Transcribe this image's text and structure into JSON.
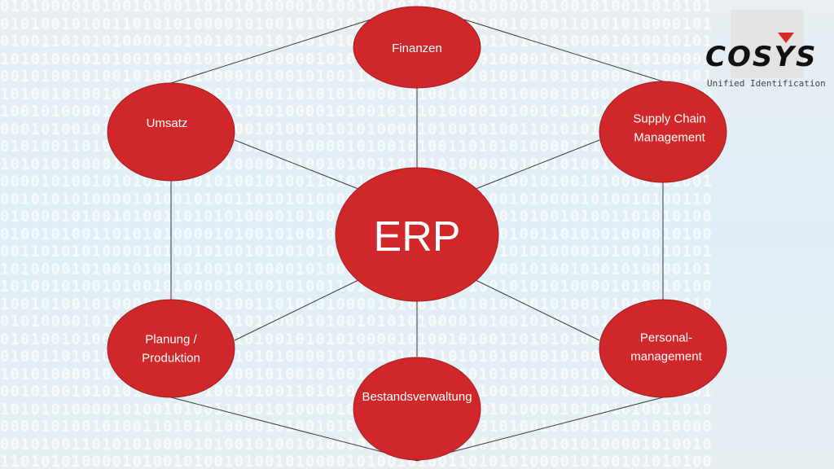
{
  "background_pattern": "0101000010100101001101010100001010010100101001010000101001010011010101000010100101",
  "logo": {
    "word": "COSYS",
    "tagline": "Unified Identification"
  },
  "colors": {
    "node_fill": "#d0282a",
    "node_stroke": "#a31e20",
    "line": "#3a3a3a"
  },
  "diagram": {
    "center": {
      "label": "ERP"
    },
    "nodes": [
      {
        "id": "finanzen",
        "lines": [
          "Finanzen"
        ]
      },
      {
        "id": "umsatz",
        "lines": [
          "Umsatz"
        ]
      },
      {
        "id": "supply-chain",
        "lines": [
          "Supply Chain",
          "Management"
        ]
      },
      {
        "id": "planung",
        "lines": [
          "Planung /",
          "Produktion"
        ]
      },
      {
        "id": "personal",
        "lines": [
          "Personal-",
          "management"
        ]
      },
      {
        "id": "bestand",
        "lines": [
          "Bestandsverwaltung"
        ]
      }
    ]
  }
}
